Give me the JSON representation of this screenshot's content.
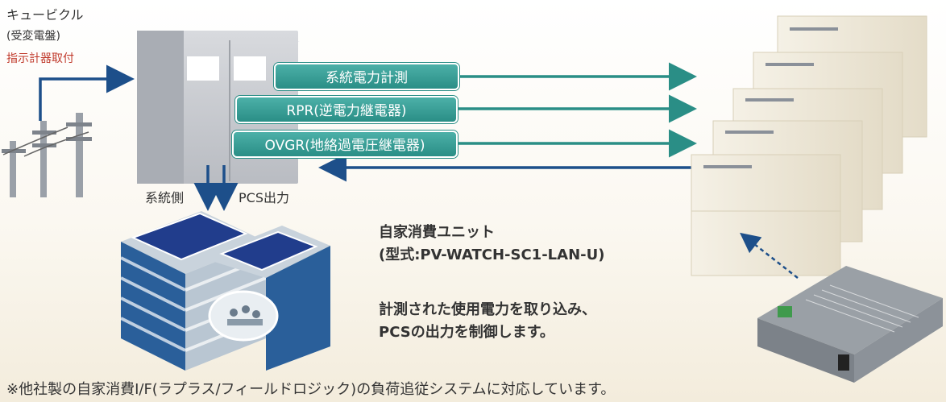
{
  "cubicle": {
    "title": "キュービクル",
    "subtitle": "(受変電盤)",
    "note": "指示計器取付"
  },
  "signals": [
    "系統電力計測",
    "RPR(逆電力継電器)",
    "OVGR(地絡過電圧継電器)"
  ],
  "flows": {
    "grid_side": "系統側",
    "pcs_output": "PCS出力"
  },
  "unit": {
    "title": "自家消費ユニット",
    "model": "(型式:PV-WATCH-SC1-LAN-U)"
  },
  "description": {
    "line1": "計測された使用電力を取り込み、",
    "line2": "PCSの出力を制御します。"
  },
  "footnote": "※他社製の自家消費I/F(ラプラス/フィールドロジック)の負荷追従システムに対応しています。",
  "colors": {
    "teal": "#2a8e86",
    "navy": "#1d4f8a",
    "red_note": "#c0392b"
  },
  "icons": [
    "utility-pole-icon",
    "cubicle-icon",
    "building-icon",
    "pcs-unit-icon",
    "controller-device-icon"
  ]
}
